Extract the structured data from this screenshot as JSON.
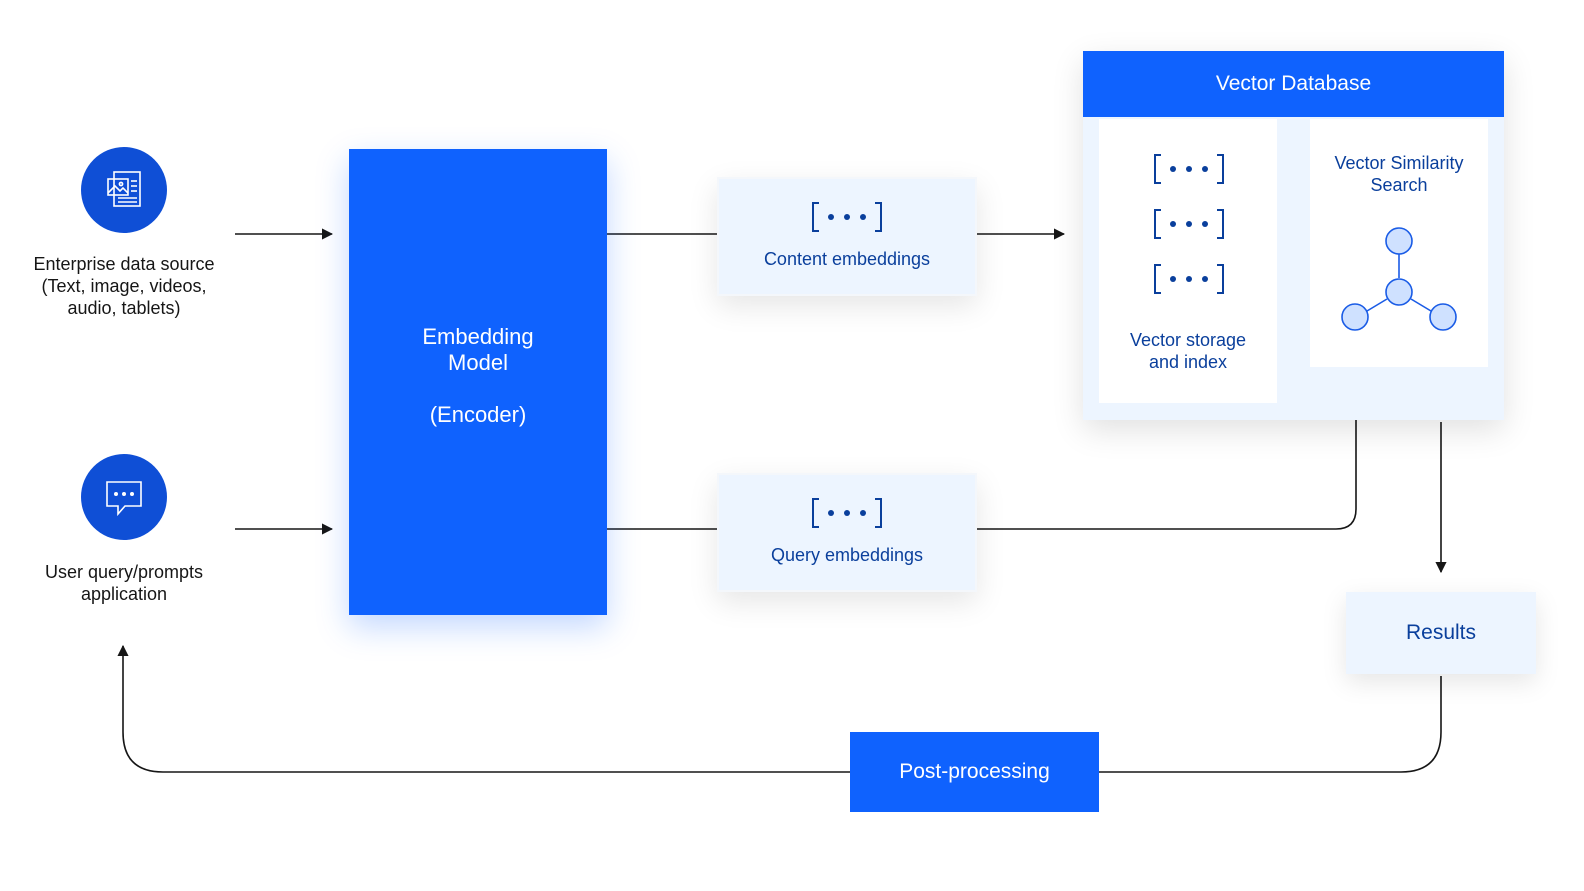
{
  "colors": {
    "primary": "#0f62fe",
    "icon_circle": "#0f4fd6",
    "card_bg": "#edf5ff",
    "text_dark_blue": "#0a3f9c",
    "node_fill": "#cfe1ff",
    "node_stroke": "#1a5ce6",
    "arrow": "#161616"
  },
  "sources": {
    "enterprise": {
      "icon": "document-image-icon",
      "label_lines": [
        "Enterprise data source",
        "(Text, image, videos,",
        "audio, tablets)"
      ]
    },
    "user": {
      "icon": "chat-bubble-icon",
      "label_lines": [
        "User query/prompts",
        "application"
      ]
    }
  },
  "encoder": {
    "line1": "Embedding",
    "line2": "Model",
    "line3": "(Encoder)"
  },
  "content_embeddings": {
    "glyph": "[•••]",
    "label": "Content embeddings"
  },
  "query_embeddings": {
    "glyph": "[•••]",
    "label": "Query embeddings"
  },
  "vector_db": {
    "title": "Vector Database",
    "storage": {
      "vectors": [
        "[•••]",
        "[•••]",
        "[•••]"
      ],
      "label_lines": [
        "Vector storage",
        "and index"
      ]
    },
    "search": {
      "label_lines": [
        "Vector Similarity",
        "Search"
      ],
      "icon": "graph-nodes-icon"
    }
  },
  "results": {
    "label": "Results"
  },
  "post_processing": {
    "label": "Post-processing"
  }
}
